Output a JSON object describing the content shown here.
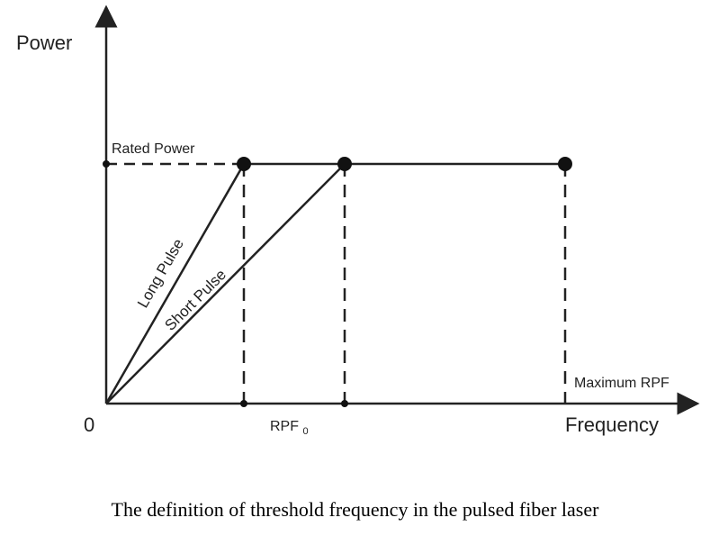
{
  "axes": {
    "y_label": "Power",
    "x_label": "Frequency",
    "origin_label": "0"
  },
  "labels": {
    "rated_power": "Rated Power",
    "long_pulse": "Long Pulse",
    "short_pulse": "Short Pulse",
    "rpf0_main": "RPF",
    "rpf0_sub": "0",
    "maximum_rpf": "Maximum RPF"
  },
  "caption": "The definition of threshold frequency in the pulsed fiber laser"
}
